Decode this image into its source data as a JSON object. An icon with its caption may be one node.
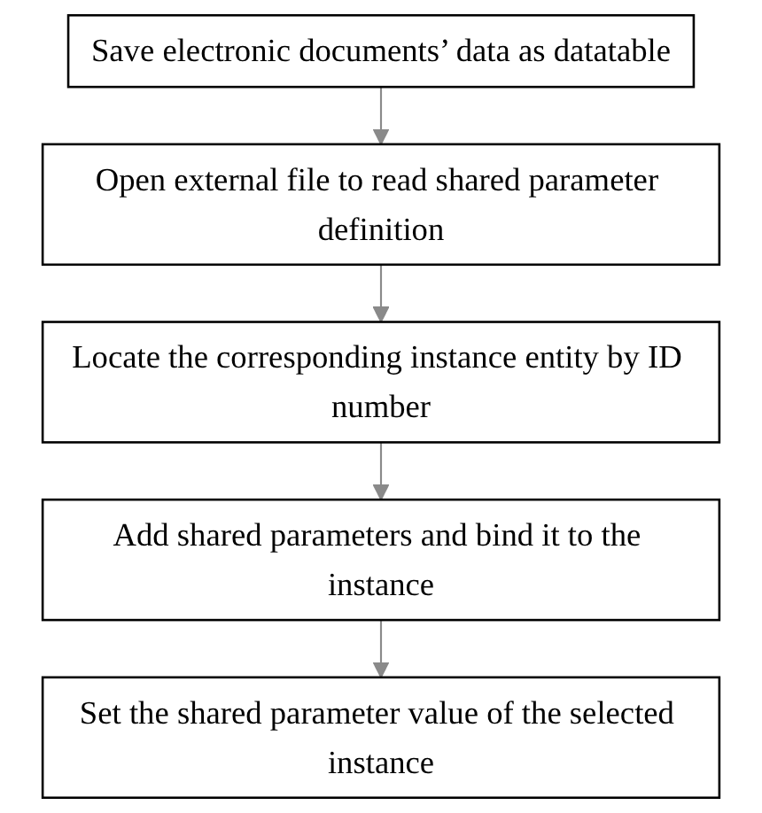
{
  "diagram": {
    "nodes": [
      {
        "text": [
          "Save electronic documents’ data as datatable"
        ]
      },
      {
        "text": [
          "Open external file to read shared parameter definition"
        ]
      },
      {
        "text": [
          "Locate the corresponding instance entity by ID number"
        ]
      },
      {
        "text": [
          "Add shared parameters and bind it to the instance"
        ]
      },
      {
        "text": [
          "Set the shared parameter value of the selected instance"
        ]
      }
    ],
    "edges": [
      {
        "from": 0,
        "to": 1,
        "arrow": "to"
      },
      {
        "from": 1,
        "to": 2,
        "arrow": "to"
      },
      {
        "from": 2,
        "to": 3,
        "arrow": "to"
      },
      {
        "from": 3,
        "to": 4,
        "arrow": "to"
      }
    ]
  }
}
